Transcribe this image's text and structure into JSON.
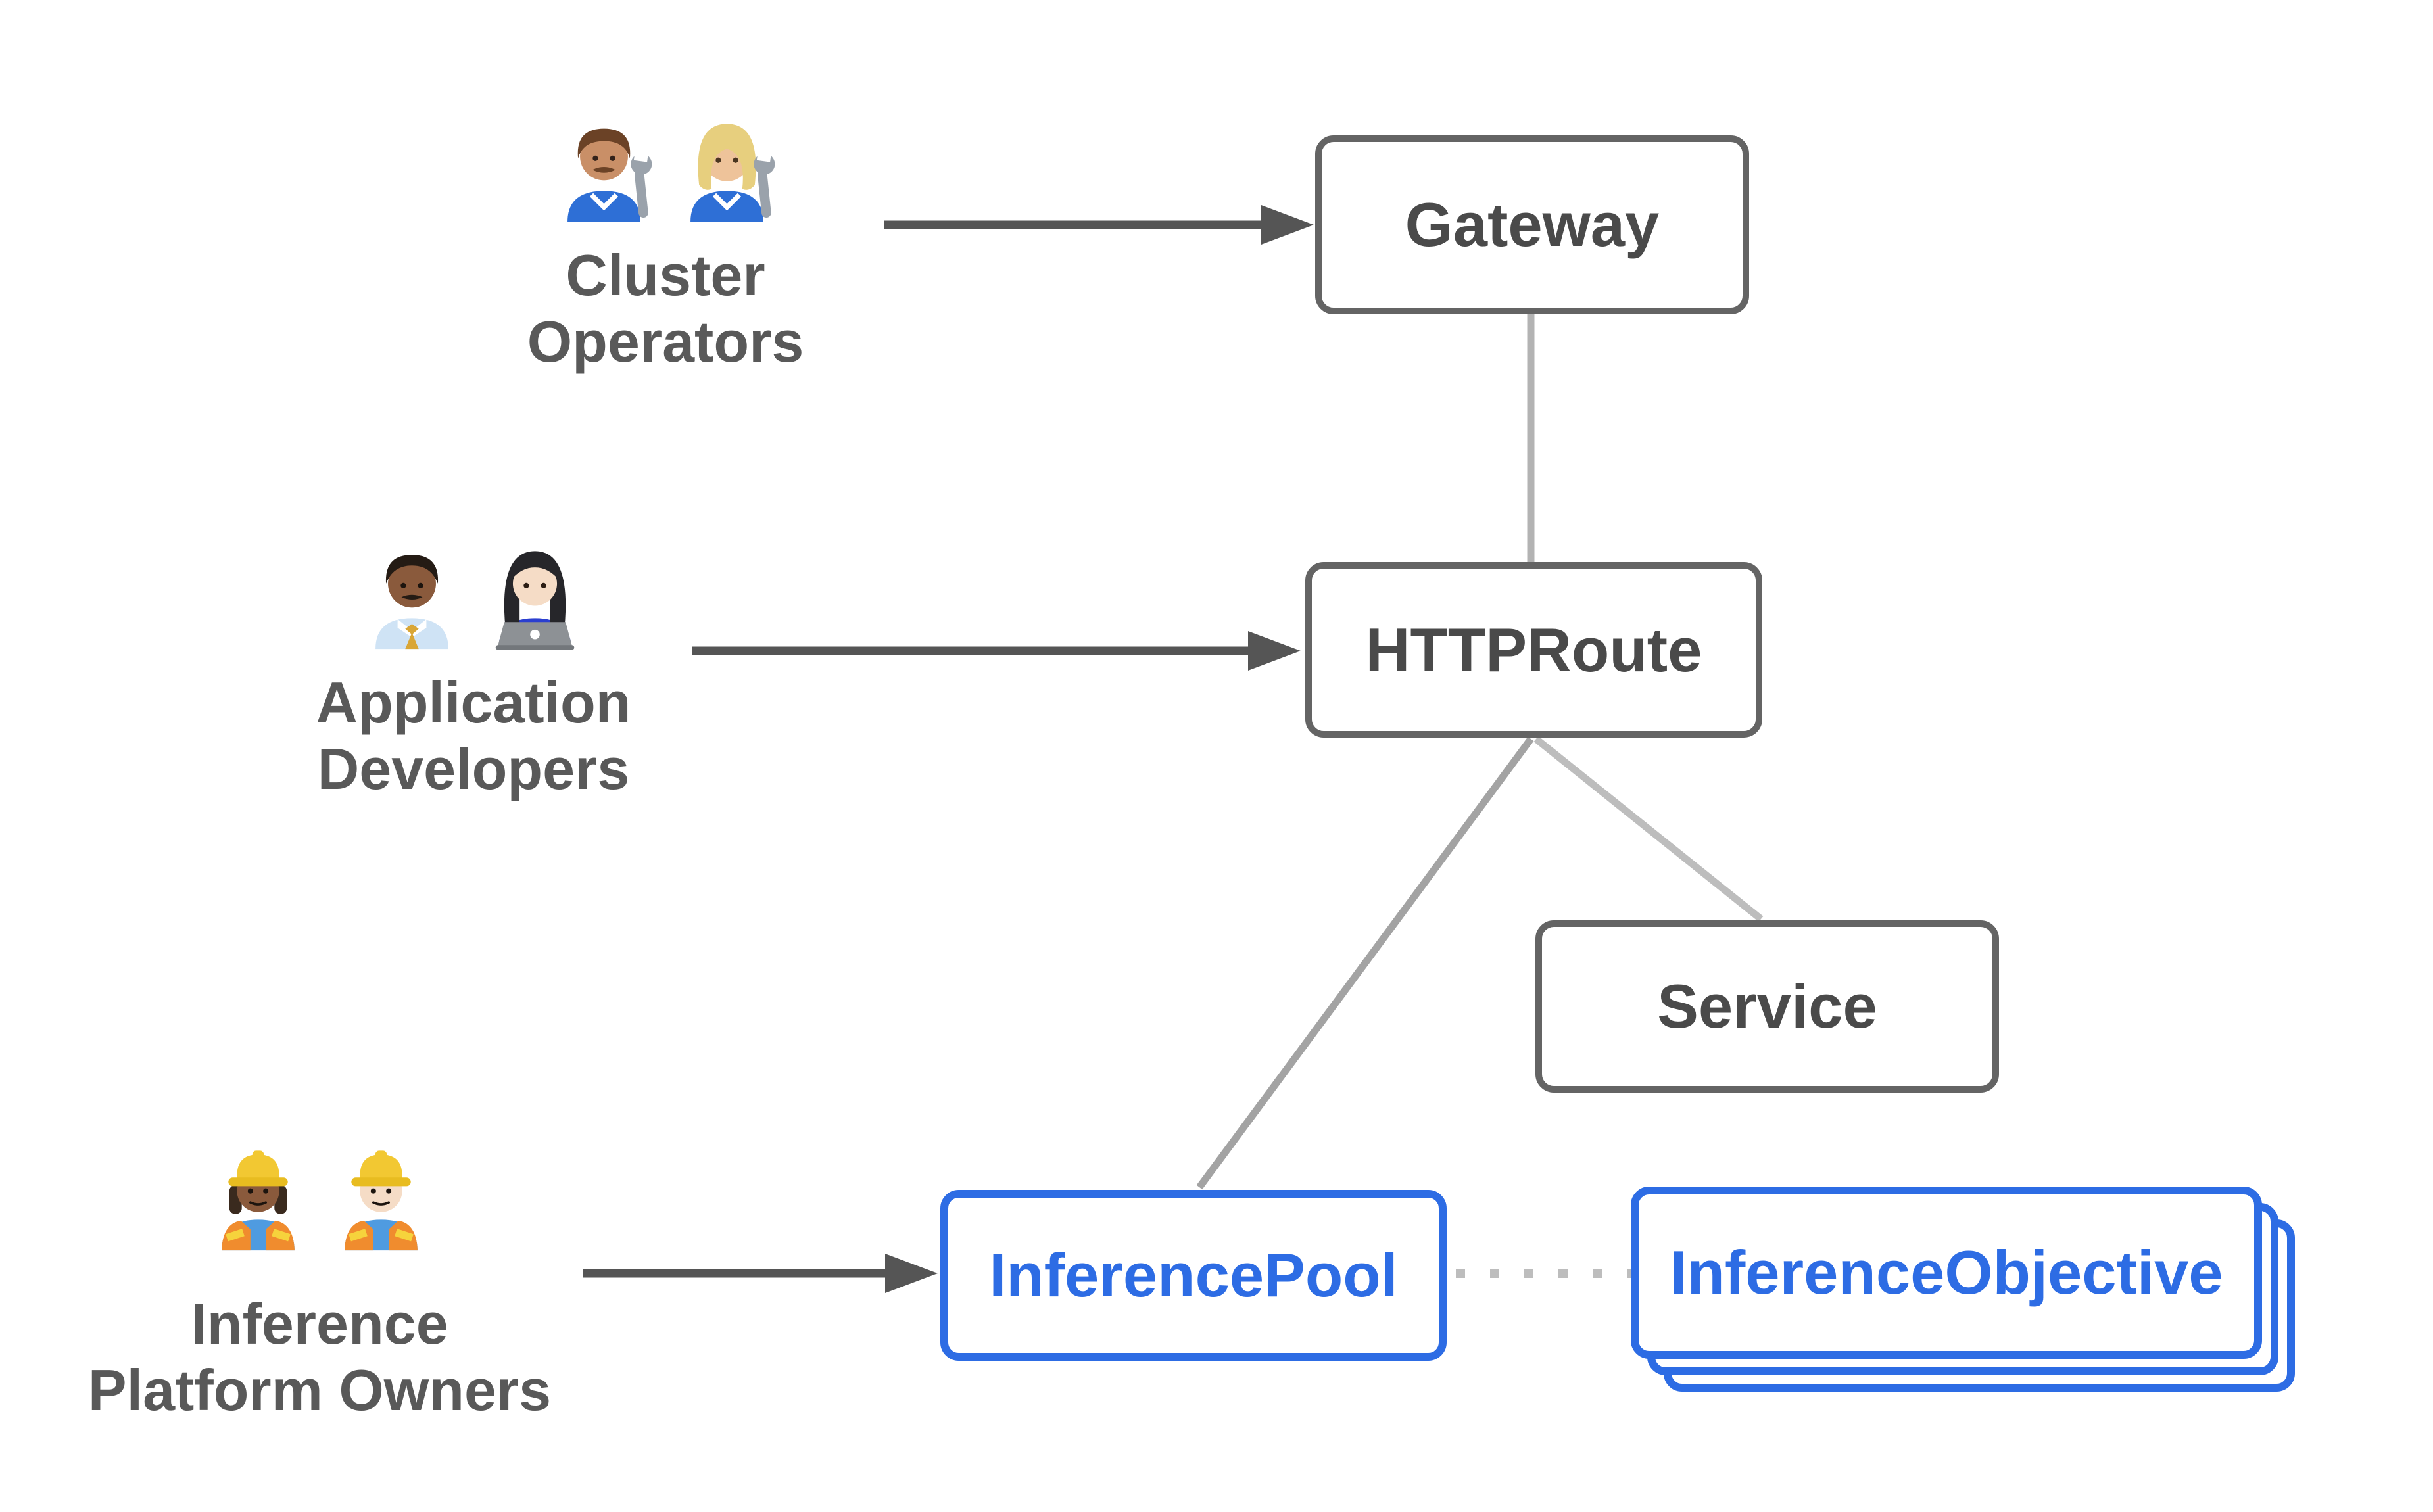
{
  "diagram": {
    "personas": [
      {
        "name": "Cluster Operators",
        "label_lines": [
          "Cluster",
          "Operators"
        ],
        "icons": [
          "man-mechanic-emoji",
          "woman-mechanic-emoji"
        ]
      },
      {
        "name": "Application Developers",
        "label_lines": [
          "Application",
          "Developers"
        ],
        "icons": [
          "man-office-worker-emoji",
          "woman-technologist-emoji"
        ]
      },
      {
        "name": "Inference Platform Owners",
        "label_lines": [
          "Inference",
          "Platform Owners"
        ],
        "icons": [
          "woman-construction-worker-emoji",
          "man-construction-worker-emoji"
        ]
      }
    ],
    "nodes": [
      {
        "id": "gateway",
        "label": "Gateway",
        "style": "gray"
      },
      {
        "id": "httproute",
        "label": "HTTPRoute",
        "style": "gray"
      },
      {
        "id": "service",
        "label": "Service",
        "style": "gray"
      },
      {
        "id": "inferencepool",
        "label": "InferencePool",
        "style": "blue"
      },
      {
        "id": "inferenceobjective",
        "label": "InferenceObjective",
        "style": "blue-stacked"
      }
    ],
    "edges": [
      {
        "from": "cluster-operators",
        "to": "gateway",
        "type": "solid-arrow"
      },
      {
        "from": "application-developers",
        "to": "httproute",
        "type": "solid-arrow"
      },
      {
        "from": "inference-platform-owners",
        "to": "inferencepool",
        "type": "solid-arrow"
      },
      {
        "from": "gateway",
        "to": "httproute",
        "type": "plain-line"
      },
      {
        "from": "httproute",
        "to": "inferencepool",
        "type": "plain-line"
      },
      {
        "from": "httproute",
        "to": "service",
        "type": "plain-line"
      },
      {
        "from": "inferencepool",
        "to": "inferenceobjective",
        "type": "dotted-line"
      }
    ],
    "colors": {
      "node_border_gray": "#646464",
      "node_text_gray": "#4a4a4a",
      "accent_blue": "#2d6ce4",
      "arrow_dark": "#555555",
      "connector_gray": "#b3b3b3",
      "dotted_gray": "#bdbdbd",
      "label_gray": "#595959",
      "background": "#ffffff"
    }
  }
}
